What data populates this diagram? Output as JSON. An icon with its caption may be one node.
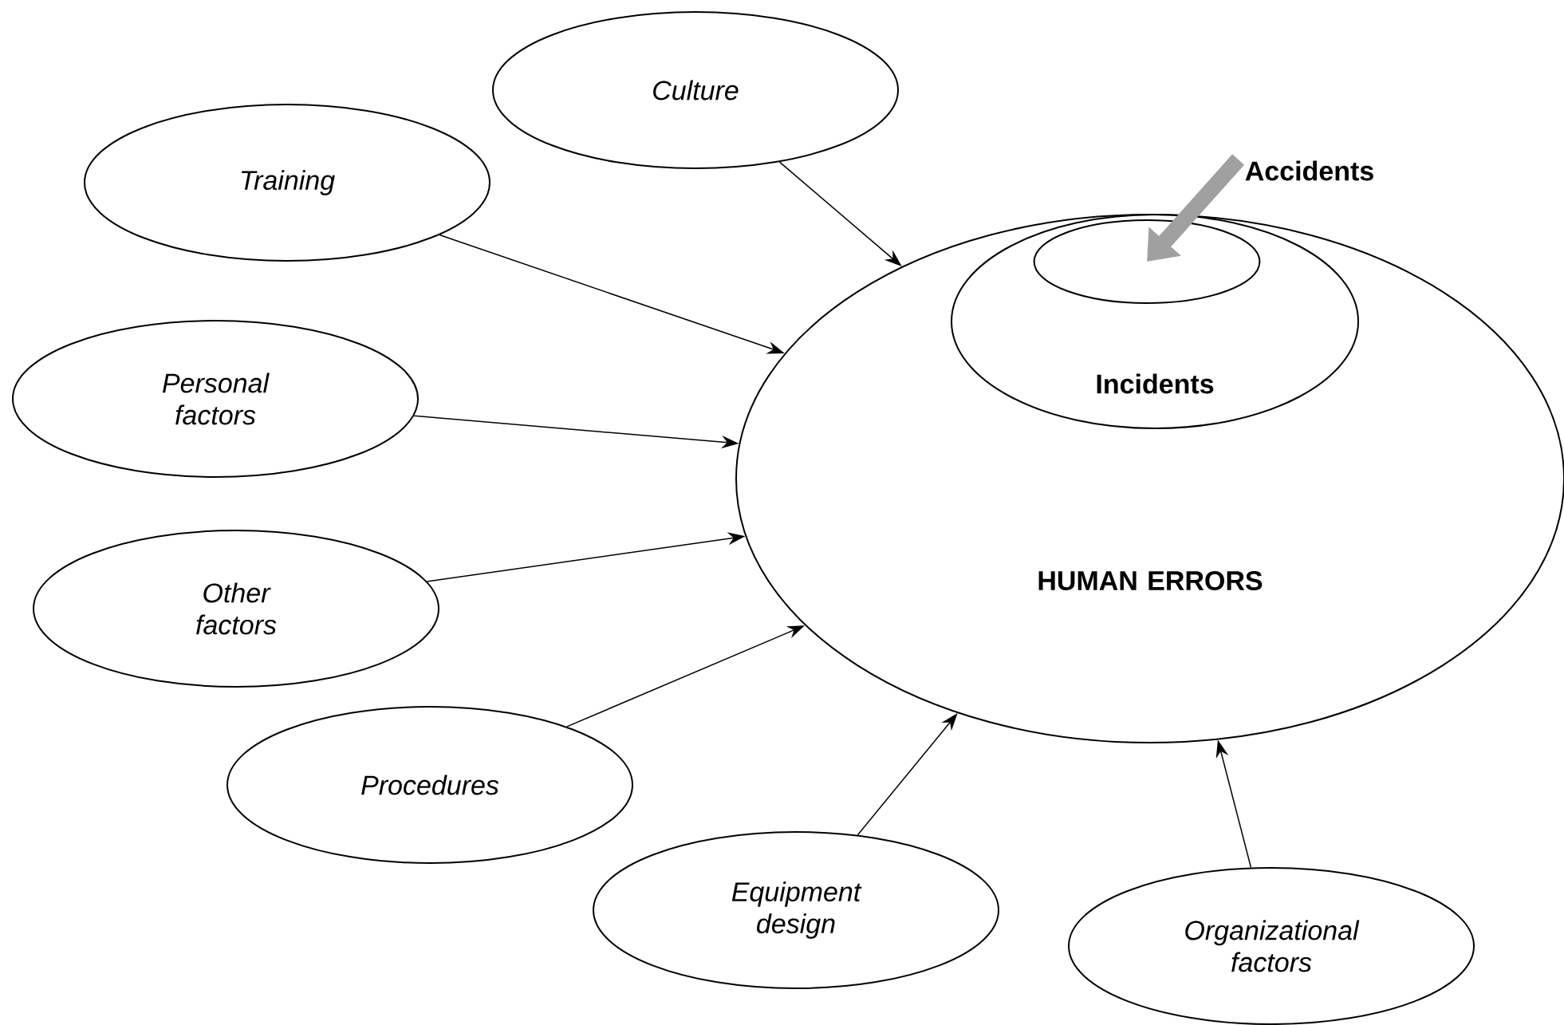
{
  "diagram": {
    "nodes": [
      {
        "text": [
          "Culture"
        ]
      },
      {
        "text": [
          "Training"
        ]
      },
      {
        "text": [
          "Personal factors"
        ]
      },
      {
        "text": [
          "Other factors"
        ]
      },
      {
        "text": [
          "Procedures"
        ]
      },
      {
        "text": [
          "Equipment design"
        ]
      },
      {
        "text": [
          "Organizational factors"
        ]
      },
      {
        "text": [
          "HUMAN ERRORS"
        ]
      },
      {
        "text": [
          "Incidents"
        ],
        "in": 7
      },
      {
        "text": [],
        "shape": "ellipse",
        "in": 8
      },
      {
        "text": [
          "Accidents"
        ]
      }
    ],
    "edges": [
      {
        "from": 0,
        "to": 7,
        "arrow": "to"
      },
      {
        "from": 1,
        "to": 7,
        "arrow": "to"
      },
      {
        "from": 2,
        "to": 7,
        "arrow": "to"
      },
      {
        "from": 3,
        "to": 7,
        "arrow": "to"
      },
      {
        "from": 4,
        "to": 7,
        "arrow": "to"
      },
      {
        "from": 5,
        "to": 7,
        "arrow": "to"
      },
      {
        "from": 6,
        "to": 7,
        "arrow": "to"
      },
      {
        "from": 10,
        "to": 9,
        "arrow": "to",
        "style": "thick",
        "color": "#a0a0a0"
      }
    ]
  }
}
